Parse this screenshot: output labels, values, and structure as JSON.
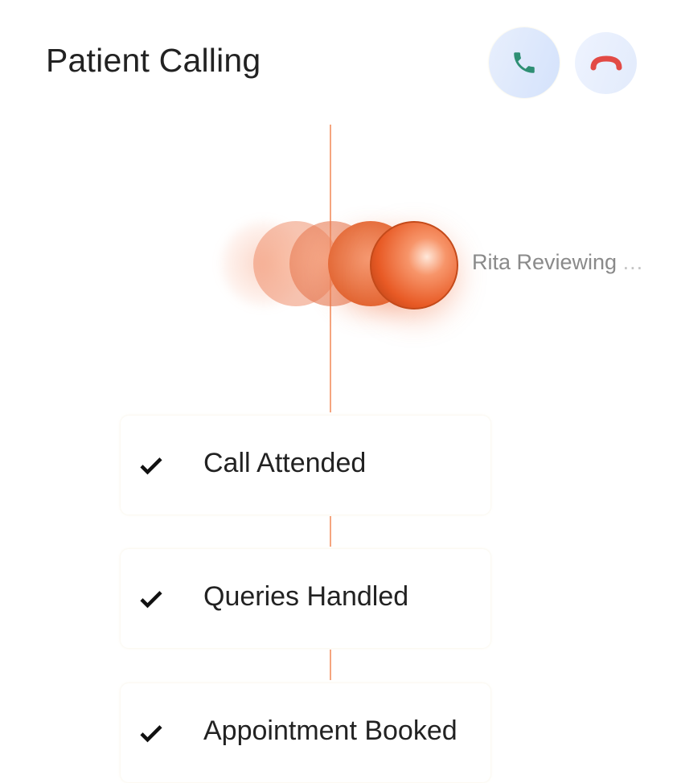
{
  "header": {
    "title": "Patient Calling"
  },
  "call_controls": {
    "accept_icon": "phone-icon",
    "decline_icon": "phone-hangup-icon",
    "accept_color": "#2e8f74",
    "decline_color": "#e24a45"
  },
  "agent": {
    "status_text": "Rita Reviewing",
    "ellipsis": "...",
    "accent": "#f06a35"
  },
  "steps": [
    {
      "label": "Call Attended",
      "icon": "check-icon"
    },
    {
      "label": "Queries Handled",
      "icon": "check-icon"
    },
    {
      "label": "Appointment Booked",
      "icon": "check-icon"
    }
  ]
}
